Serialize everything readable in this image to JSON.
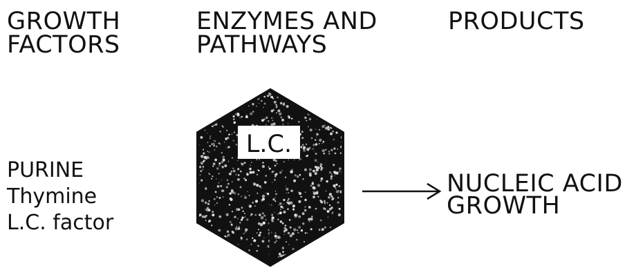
{
  "headers": {
    "growth_factors": "GROWTH\nFACTORS",
    "enzymes_pathways": "ENZYMES AND\nPATHWAYS",
    "products": "PRODUCTS"
  },
  "growth_factor_items": [
    "PURINE",
    "Thymine",
    "L.C. factor"
  ],
  "cube_label": "L.C.",
  "product_lines": [
    "NUCLEIC ACID",
    "GROWTH"
  ],
  "colors": {
    "ink": "#111111",
    "background": "#ffffff",
    "speckle": "#e8e8e8"
  }
}
